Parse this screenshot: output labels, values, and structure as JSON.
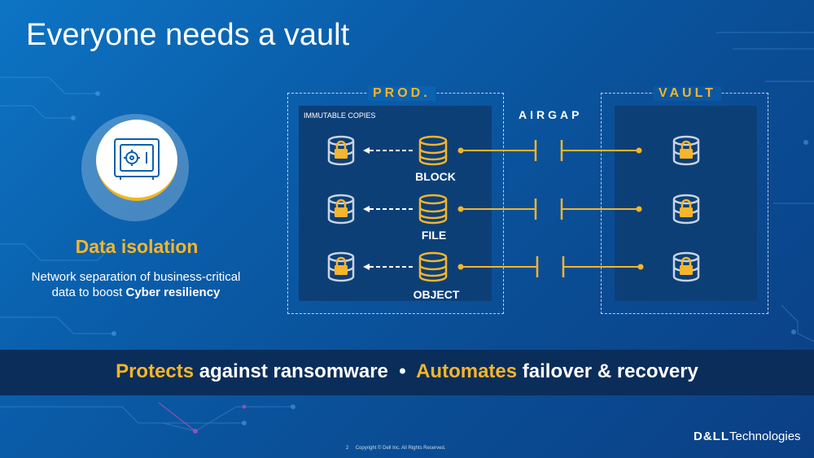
{
  "slide": {
    "title": "Everyone needs a vault",
    "isolation": {
      "heading": "Data isolation",
      "desc_line1": "Network separation of business-critical",
      "desc_line2_pre": "data to boost ",
      "desc_line2_bold": "Cyber resiliency",
      "icon": "vault-safe-icon"
    },
    "diagram": {
      "prod_label": "PROD.",
      "vault_label": "VAULT",
      "immutable_label": "IMMUTABLE COPIES",
      "airgap_label": "AIRGAP",
      "rows": [
        {
          "type": "BLOCK"
        },
        {
          "type": "FILE"
        },
        {
          "type": "OBJECT"
        }
      ]
    },
    "banner": {
      "part1_highlight": "Protects",
      "part1_rest": " against ransomware",
      "separator": "  •  ",
      "part2_highlight": "Automates",
      "part2_rest": " failover & recovery"
    },
    "footer": {
      "page_number": "2",
      "copyright": "Copyright © Dell Inc. All Rights Reserved."
    },
    "logo": {
      "bold": "D&LL",
      "rest": "Technologies"
    },
    "colors": {
      "accent": "#f6b52a",
      "banner_bg": "#0b2d5a",
      "panel_bg": "#0d3f77"
    }
  }
}
